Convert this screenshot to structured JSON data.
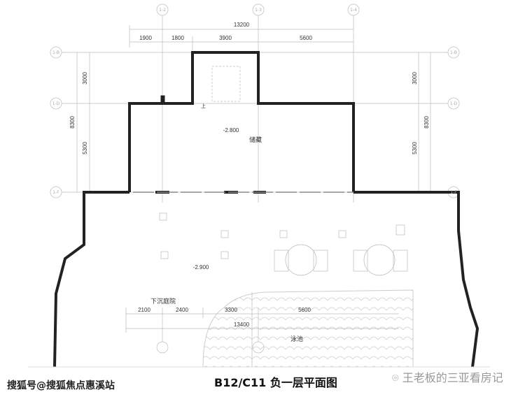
{
  "plan": {
    "grid_axes_columns": [
      "1-2",
      "1-3",
      "1-4"
    ],
    "grid_axes_rows": [
      "1-B",
      "1-D",
      "1-F"
    ],
    "top_dims": {
      "total": "13200",
      "segments": [
        "1900",
        "1800",
        "3900",
        "5600"
      ]
    },
    "side_dims": {
      "total": "8300",
      "segments": [
        "3000",
        "5300"
      ]
    },
    "bottom_dims": {
      "total": "13400",
      "segments": [
        "2100",
        "2400",
        "3300",
        "5600"
      ]
    },
    "rooms": {
      "storage": "储藏",
      "storage_level": "-2.800",
      "courtyard_level": "-2.900",
      "courtyard": "下沉庭院",
      "pool": "泳池",
      "stair_up": "上"
    }
  },
  "footer": {
    "source": "搜狐号@搜狐焦点惠溪站",
    "title": "B12/C11  负一层平面图",
    "watermark": "王老板的三亚看房记"
  }
}
